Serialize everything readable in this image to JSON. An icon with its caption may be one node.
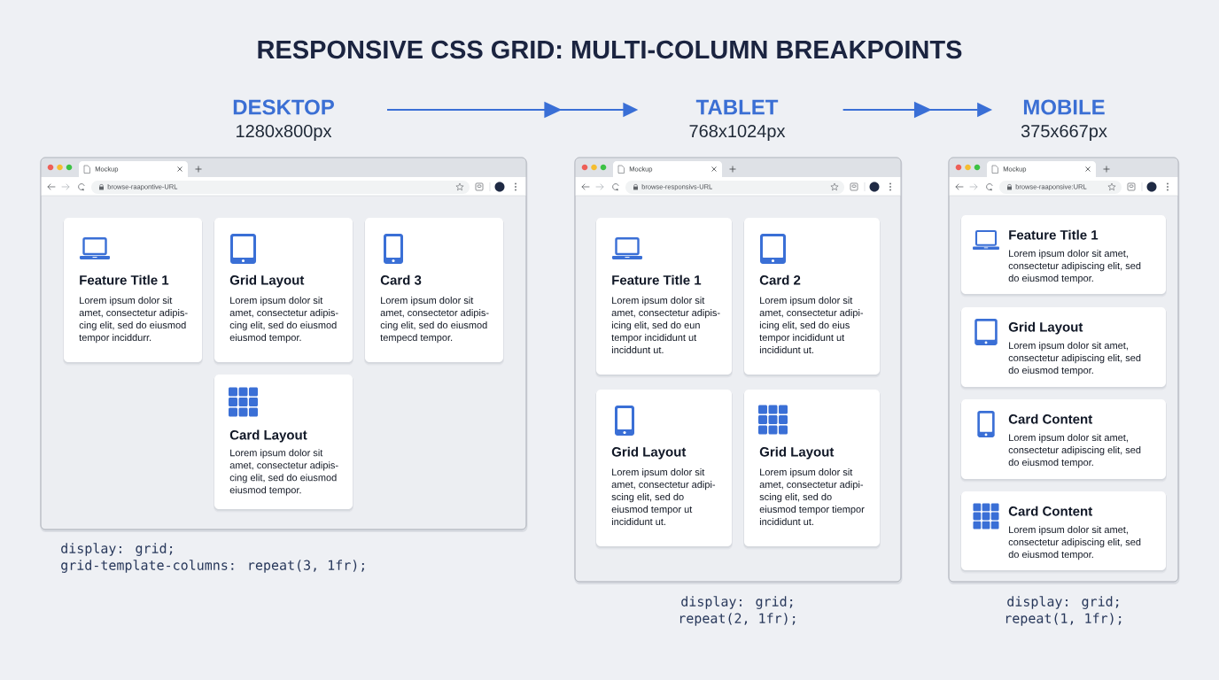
{
  "diagram": {
    "title": "RESPONSIVE CSS GRID: MULTI-COLUMN BREAKPOINTS",
    "nodes": [
      {
        "text": [
          "DESKTOP",
          "1280x800px"
        ]
      },
      {
        "text": [
          "TABLET",
          "768x1024px"
        ]
      },
      {
        "text": [
          "MOBILE",
          "375x667px"
        ]
      },
      {
        "text": [
          "Mockup",
          "browse-raapontive-URL"
        ],
        "beside": [
          "display: grid;",
          "grid-template-columns: repeat(3, 1fr);"
        ]
      },
      {
        "text": [
          "Feature Title 1",
          "Lorem ipsum dolor sit amet, consectetur adipis- cing elit, sed do eiusmod tempor inciddurr."
        ],
        "in": 3
      },
      {
        "text": [
          "Grid Layout",
          "Lorem ipsum dolor sit amet, consectetur adipis- cing elit, sed do eiusmod eiusmod tempor."
        ],
        "in": 3
      },
      {
        "text": [
          "Card 3",
          "Lorem ipsum dolor sit amet, consectetor adipis- cing elit, sed do eiusmod tempecd tempor."
        ],
        "in": 3
      },
      {
        "text": [
          "Card Layout",
          "Lorem ipsum dolor sit amet, consectetur adipis- cing elit, sed do eiusmod eiusmod tempor."
        ],
        "in": 3
      },
      {
        "text": [
          "Mockup",
          "browse-responsivs-URL"
        ],
        "beside": [
          "display: grid;",
          "repeat(2, 1fr);"
        ]
      },
      {
        "text": [
          "Feature Title 1",
          "Lorem ipsum dolor sit amet, consectetur adipis- icing elit, sed do eun tempor incididunt ut inciddunt ut."
        ],
        "in": 8
      },
      {
        "text": [
          "Card 2",
          "Lorem ipsum dolor sit amet, consectetur adipi- icing elit, sed do eius tempor incididunt ut incididunt ut."
        ],
        "in": 8
      },
      {
        "text": [
          "Grid Layout",
          "Lorem ipsum dolor sit amet, consectetur adipi- scing elit, sed do eiusmod tempor ut incididunt ut."
        ],
        "in": 8
      },
      {
        "text": [
          "Grid Layout",
          "Lorem ipsum dolor sit amet, consectetur adipi- scing elit, sed do eiusmod tempor tiempor incididunt ut."
        ],
        "in": 8
      },
      {
        "text": [
          "Mockup",
          "browse-raaponsive:URL"
        ],
        "beside": [
          "display: grid;",
          "repeat(1, 1fr);"
        ]
      },
      {
        "text": [
          "Feature Title 1",
          "Lorem ipsum dolor sit amet, consectetur adipiscing elit, sed do eiusmod tempor."
        ],
        "in": 13
      },
      {
        "text": [
          "Grid Layout",
          "Lorem ipsum dolor sit amet, consectetur adipiscing elit, sed do eiusmod tempor."
        ],
        "in": 13
      },
      {
        "text": [
          "Card Content",
          "Lorem ipsum dolor sit amet, consectetur adipiscing elit, sed do eiusmod tempor."
        ],
        "in": 13
      },
      {
        "text": [
          "Card Content",
          "Lorem ipsum dolor sit amet, consectetur adipiscing elit, sed do eiusmod tempor."
        ],
        "in": 13
      }
    ],
    "edges": [
      {
        "from": 0,
        "to": 1,
        "arrow": "to"
      },
      {
        "from": 1,
        "to": 2,
        "arrow": "to"
      }
    ]
  }
}
